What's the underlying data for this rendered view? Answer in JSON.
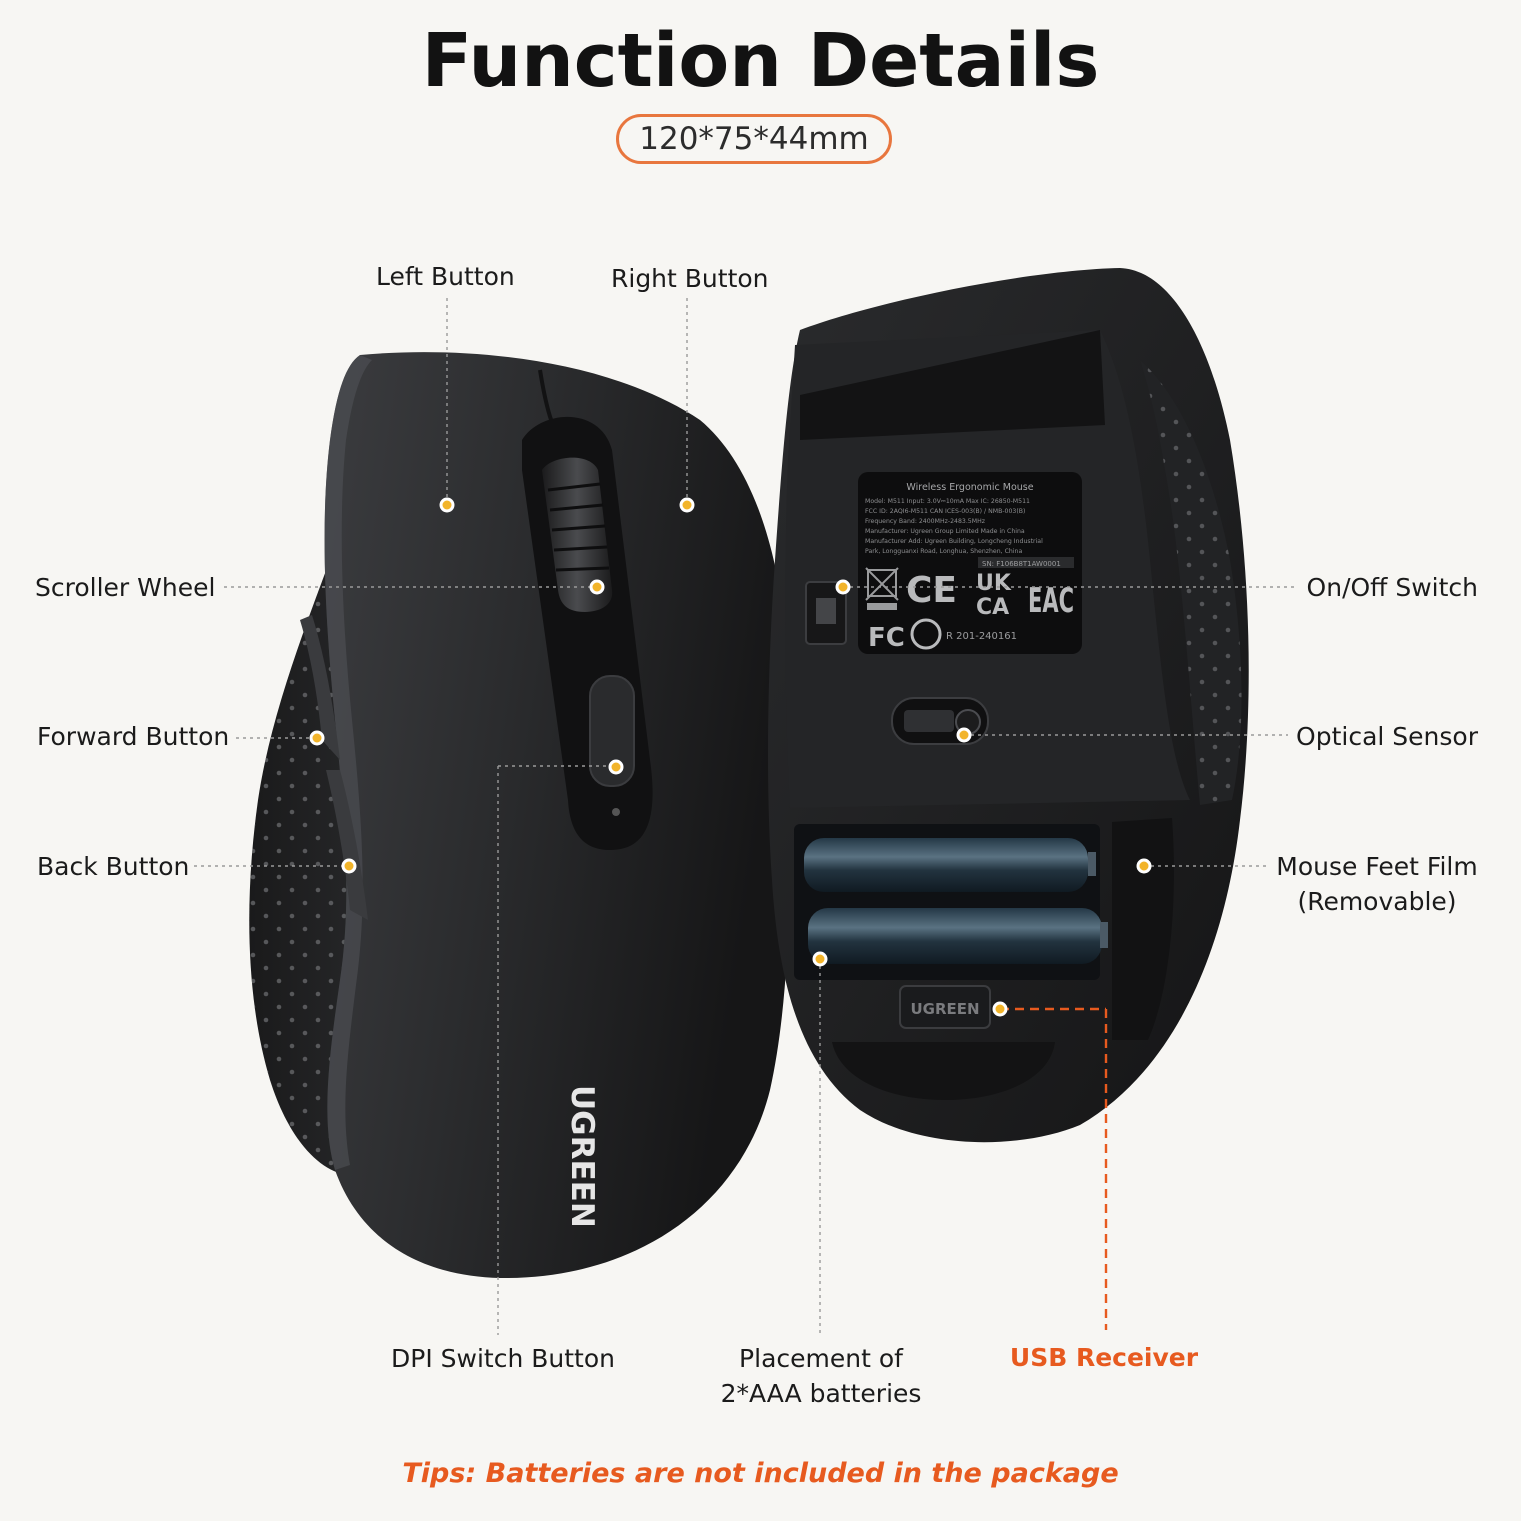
{
  "header": {
    "title": "Function Details",
    "dimensions": "120*75*44mm"
  },
  "callouts": {
    "left_button": "Left Button",
    "right_button": "Right Button",
    "scroller_wheel": "Scroller Wheel",
    "forward_button": "Forward Button",
    "back_button": "Back Button",
    "dpi_switch_button": "DPI Switch Button",
    "on_off_switch": "On/Off Switch",
    "optical_sensor": "Optical Sensor",
    "mouse_feet_film_line1": "Mouse Feet Film",
    "mouse_feet_film_line2": "(Removable)",
    "battery_line1": "Placement of",
    "battery_line2": "2*AAA batteries",
    "usb_receiver": "USB Receiver"
  },
  "tips": "Tips: Batteries are not included in the package",
  "brand": {
    "top_logo": "UGREEN",
    "receiver_logo": "UGREEN"
  },
  "label_plate": {
    "title": "Wireless Ergonomic Mouse",
    "line1": "Model: M511   Input: 3.0V⎓10mA Max   IC: 26850-M511",
    "line2": "FCC ID: 2AQI6-M511   CAN ICES-003(B) / NMB-003(B)",
    "line3": "Frequency Band: 2400MHz-2483.5MHz",
    "line4": "Manufacturer: Ugreen Group Limited          Made in China",
    "line5": "Manufacturer Add: Ugreen Building, Longcheng Industrial",
    "line6": "Park, Longguanxi Road, Longhua, Shenzhen, China",
    "serial": "SN: F106B8T1AW0001",
    "ce": "CE",
    "ukca_top": "UK",
    "ukca_bottom": "CA",
    "eac": "EAC",
    "fc": "FC",
    "kc": "R 201-240161"
  },
  "colors": {
    "accent_orange": "#e75a1f",
    "dot_yellow": "#f2b42a",
    "mouse_body": "#2a2b2d",
    "background": "#f7f6f3"
  }
}
